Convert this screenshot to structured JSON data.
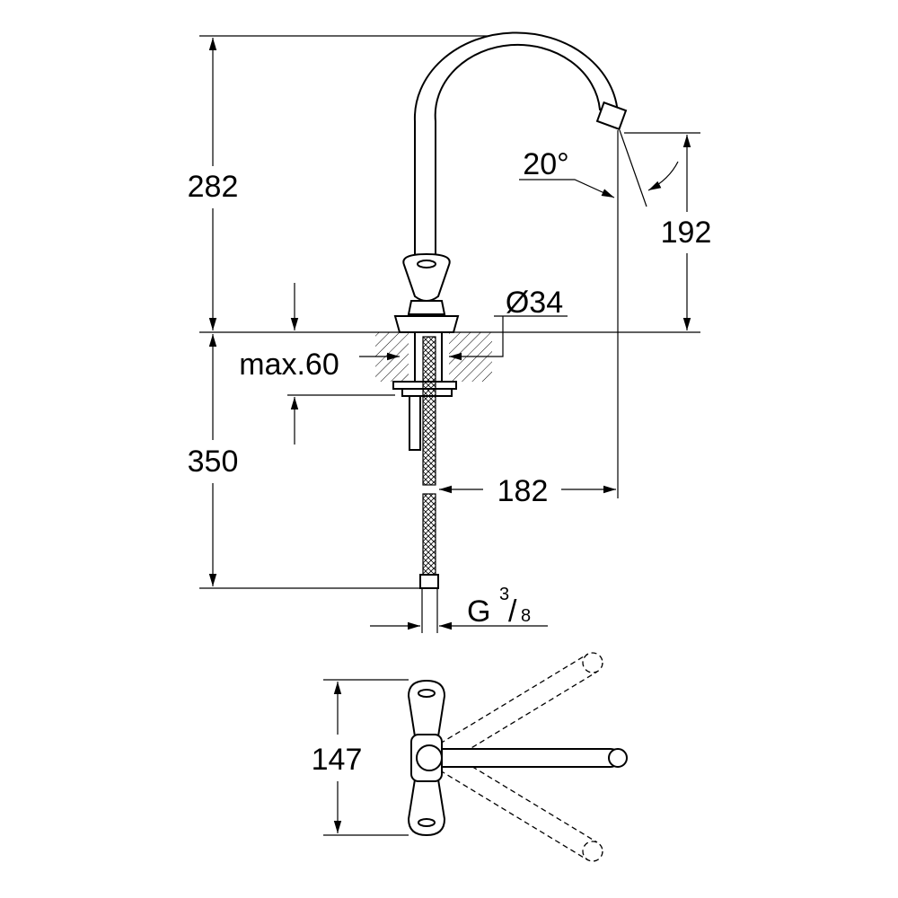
{
  "drawing": {
    "dimensions": {
      "total_height_above": "282",
      "outlet_height": "192",
      "spout_angle": "20°",
      "base_diameter": "Ø34",
      "max_counter_thickness": "max.60",
      "hose_length": "350",
      "spout_reach": "182",
      "connection_thread_prefix": "G",
      "connection_thread_num": "3",
      "connection_thread_den": "8",
      "handle_span": "147"
    }
  }
}
